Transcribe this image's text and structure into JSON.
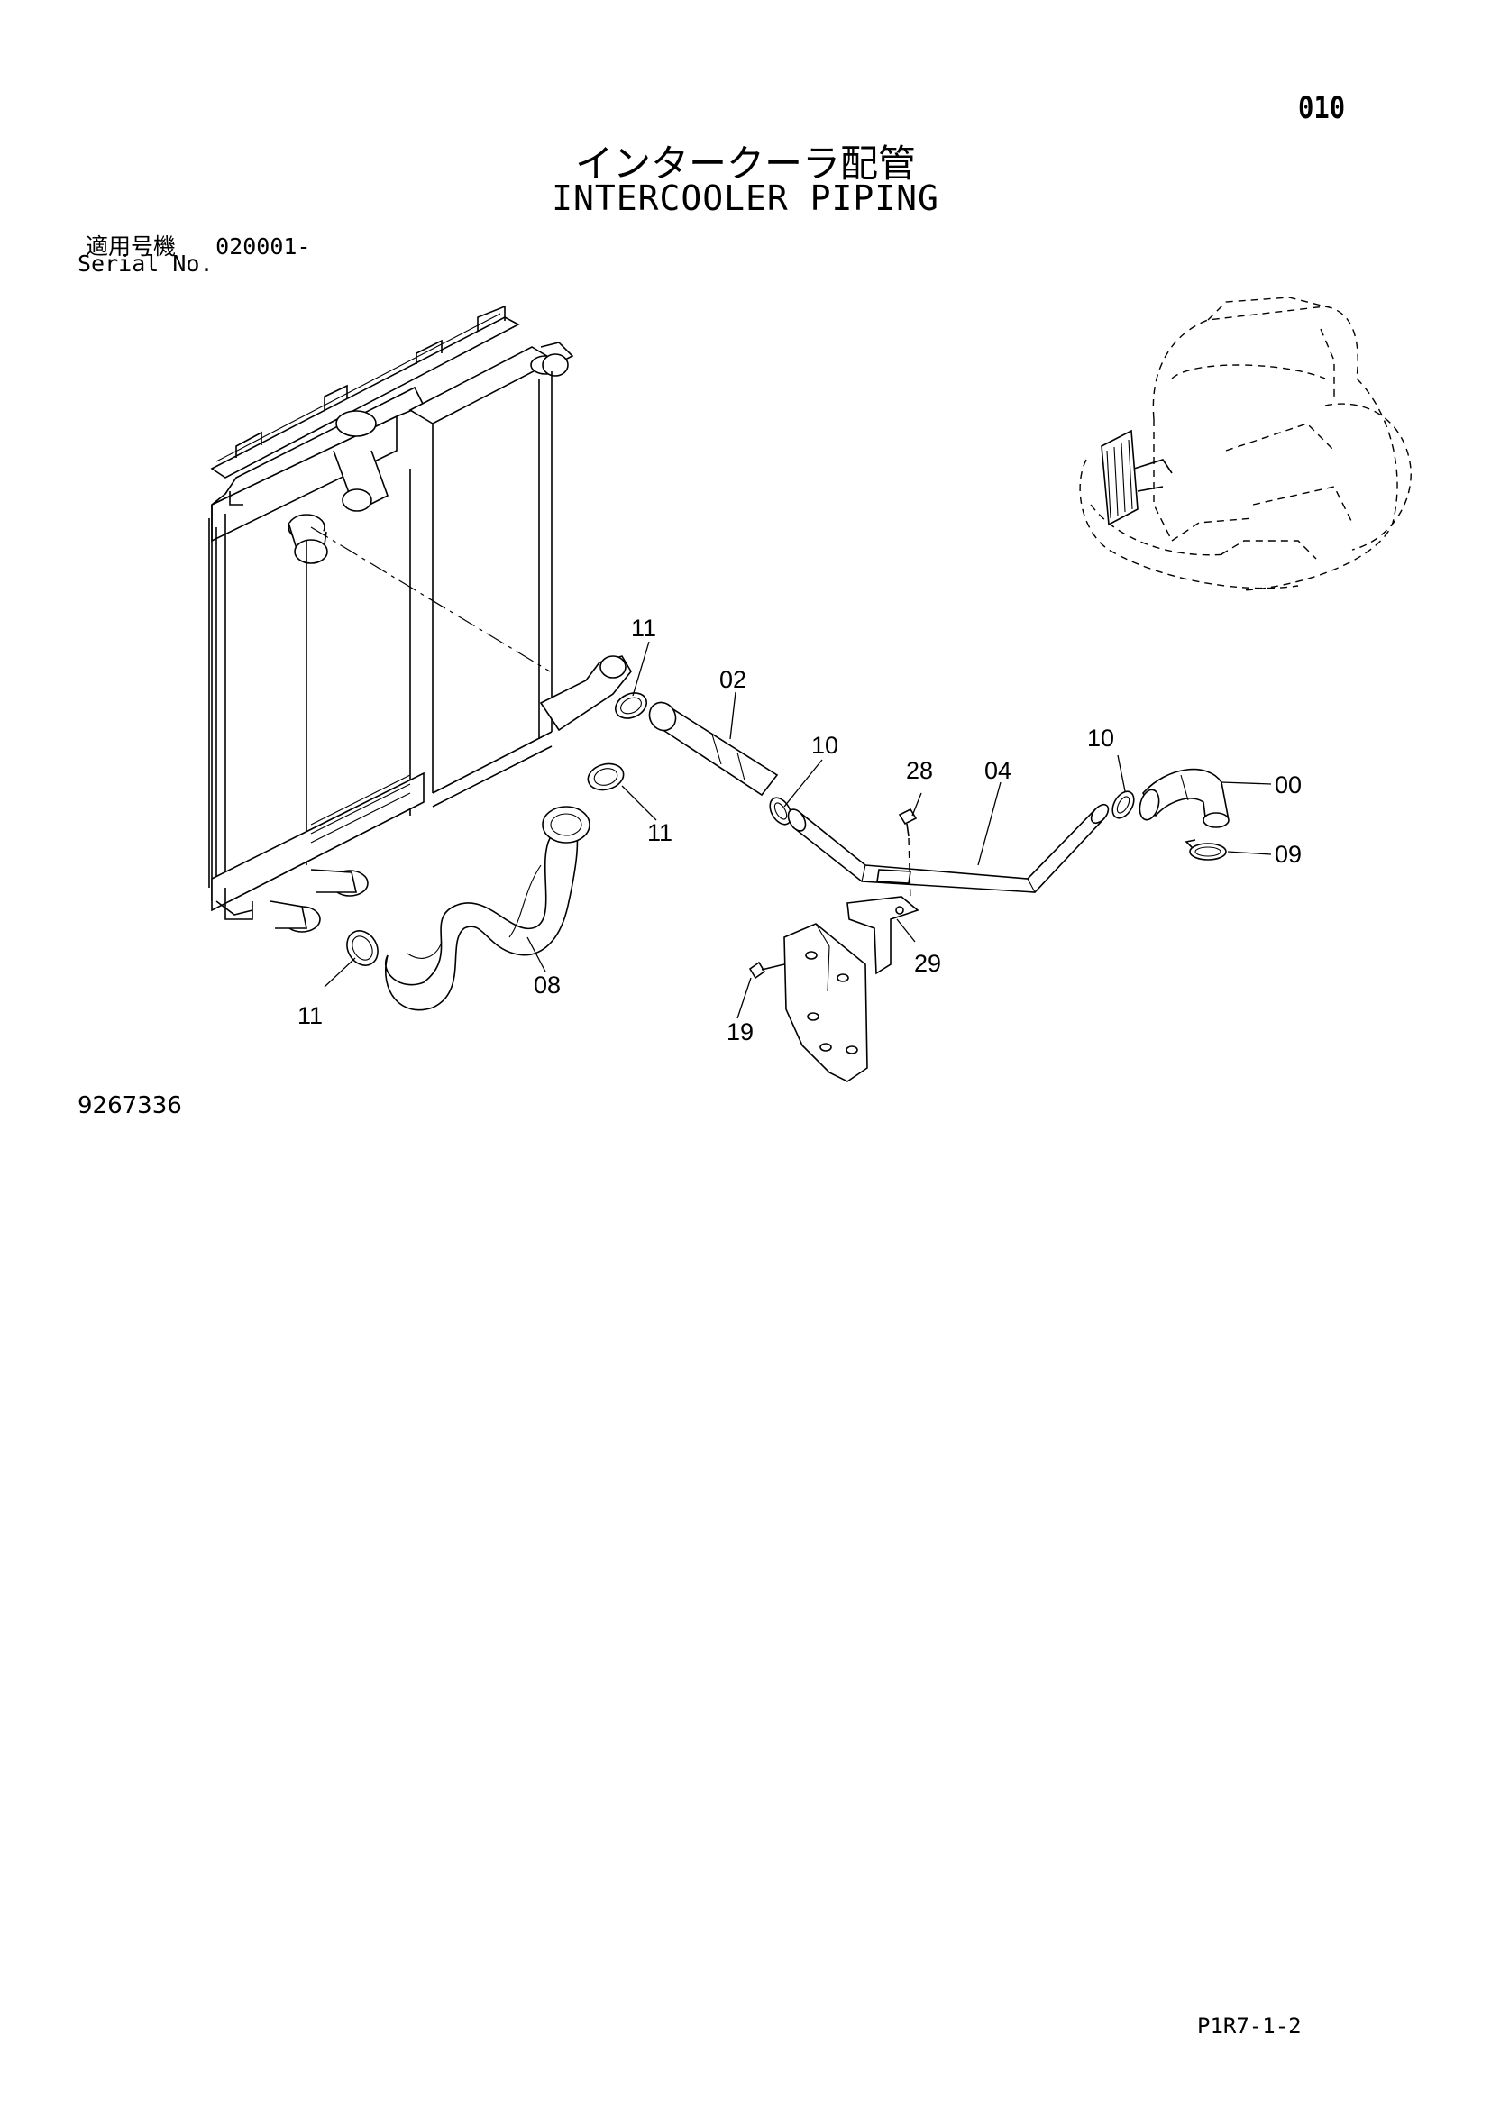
{
  "header": {
    "page_number": "010",
    "title_jp": "インタークーラ配管",
    "title_en": "INTERCOOLER PIPING",
    "serial_label_jp": "適用号機",
    "serial_value": "020001-",
    "serial_label_en": "Serial No."
  },
  "diagram": {
    "callouts": {
      "p00": "00",
      "p02": "02",
      "p04": "04",
      "p08": "08",
      "p09": "09",
      "p10a": "10",
      "p10b": "10",
      "p11a": "11",
      "p11b": "11",
      "p11c": "11",
      "p19": "19",
      "p28": "28",
      "p29": "29"
    }
  },
  "footer": {
    "drawing_number": "9267336",
    "sheet_code": "P1R7-1-2"
  }
}
